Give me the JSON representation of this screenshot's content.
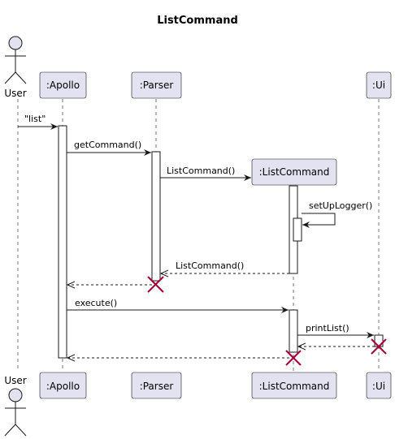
{
  "title": "ListCommand",
  "participants": {
    "user": "User",
    "apollo": ":Apollo",
    "parser": ":Parser",
    "listcommand": ":ListCommand",
    "ui": ":Ui"
  },
  "messages": {
    "list": "\"list\"",
    "get_command": "getCommand()",
    "list_command_create": "ListCommand()",
    "set_up_logger": "setUpLogger()",
    "list_command_return": "ListCommand()",
    "execute": "execute()",
    "print_list": "printList()"
  },
  "colors": {
    "participant_fill": "#E2E2F0",
    "participant_stroke": "#181818",
    "lifeline": "#181818",
    "arrow": "#181818",
    "destroy": "#A80036"
  }
}
